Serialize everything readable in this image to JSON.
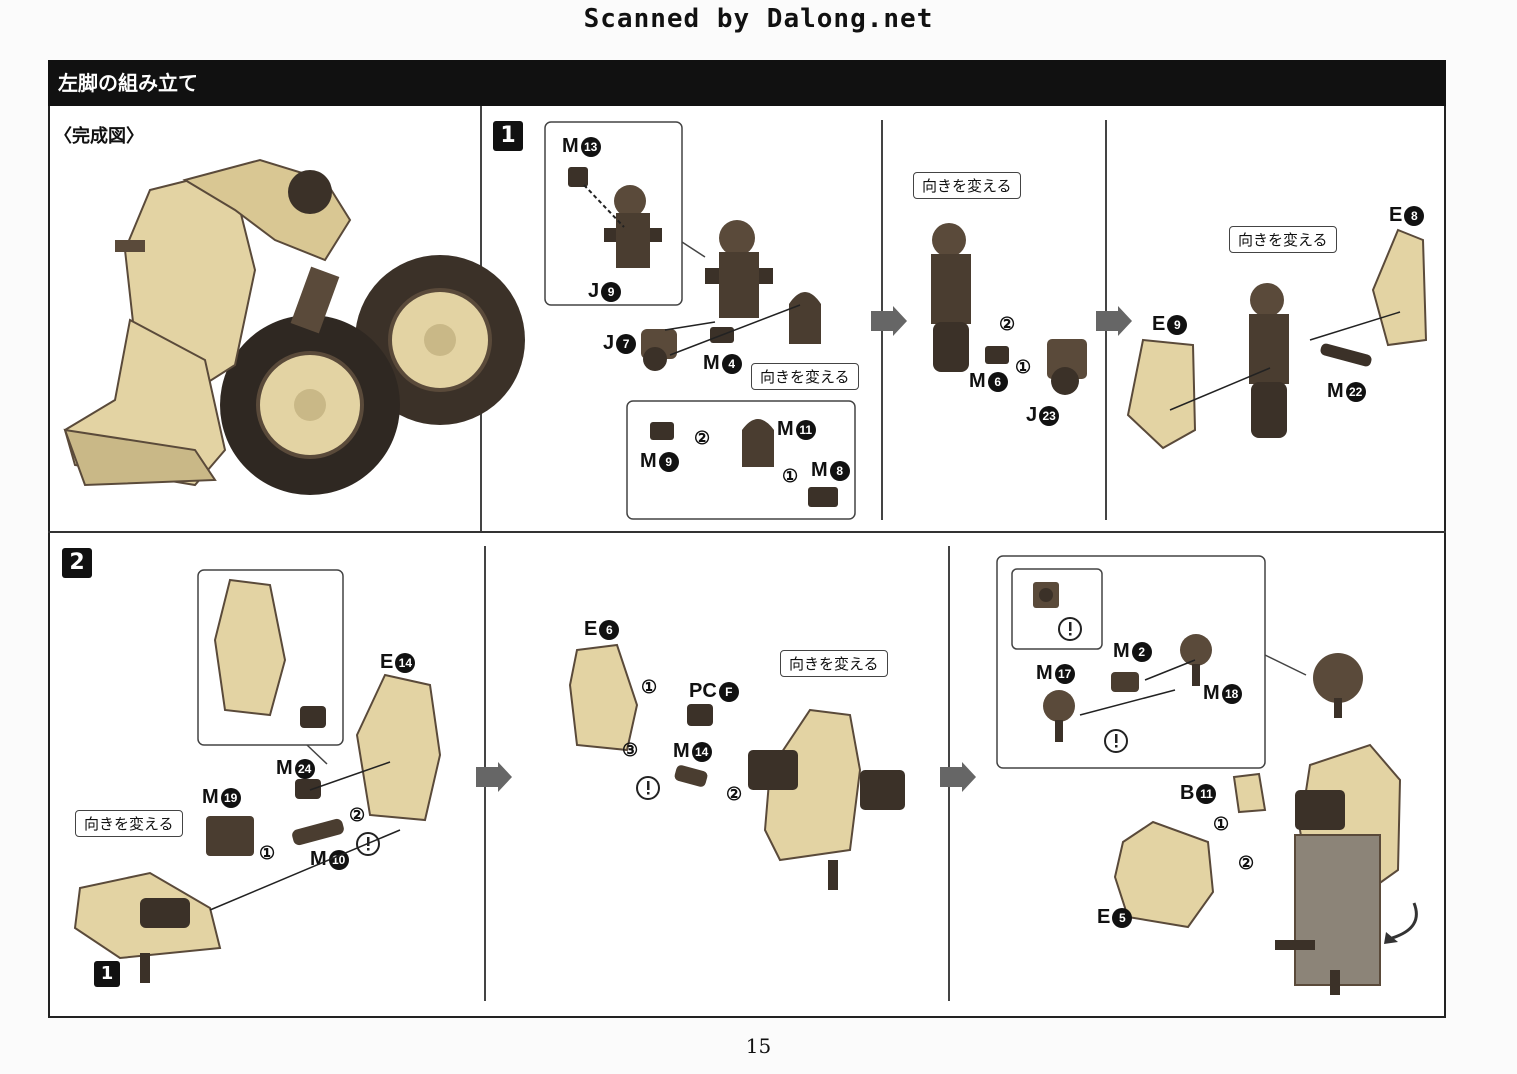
{
  "scan_credit": "Scanned by Dalong.net",
  "section_title": "左脚の組み立て",
  "completed_heading": "〈完成図〉",
  "steps": [
    "1",
    "2"
  ],
  "rotate_label": "向きを変える",
  "parts": {
    "m13": {
      "letter": "M",
      "num": "13"
    },
    "j9": {
      "letter": "J",
      "num": "9"
    },
    "j7": {
      "letter": "J",
      "num": "7"
    },
    "m4": {
      "letter": "M",
      "num": "4"
    },
    "m11": {
      "letter": "M",
      "num": "11"
    },
    "m9": {
      "letter": "M",
      "num": "9"
    },
    "m8": {
      "letter": "M",
      "num": "8"
    },
    "m6": {
      "letter": "M",
      "num": "6"
    },
    "j23": {
      "letter": "J",
      "num": "23"
    },
    "e9": {
      "letter": "E",
      "num": "9"
    },
    "e8": {
      "letter": "E",
      "num": "8"
    },
    "m22": {
      "letter": "M",
      "num": "22"
    },
    "e14": {
      "letter": "E",
      "num": "14"
    },
    "m24": {
      "letter": "M",
      "num": "24"
    },
    "m19": {
      "letter": "M",
      "num": "19"
    },
    "m10": {
      "letter": "M",
      "num": "10"
    },
    "e6": {
      "letter": "E",
      "num": "6"
    },
    "pcf": {
      "letter": "PC",
      "num": "F"
    },
    "m14": {
      "letter": "M",
      "num": "14"
    },
    "m2": {
      "letter": "M",
      "num": "2"
    },
    "m17": {
      "letter": "M",
      "num": "17"
    },
    "m18": {
      "letter": "M",
      "num": "18"
    },
    "b11": {
      "letter": "B",
      "num": "11"
    },
    "e5": {
      "letter": "E",
      "num": "5"
    }
  },
  "order_marks": [
    "①",
    "②",
    "③"
  ],
  "ref_step_badge": "1",
  "page_number": "15",
  "colors": {
    "tan": "#e3d3a3",
    "brown": "#5a4a3a",
    "dark": "#3b3128",
    "grey_part": "#8c8478"
  }
}
